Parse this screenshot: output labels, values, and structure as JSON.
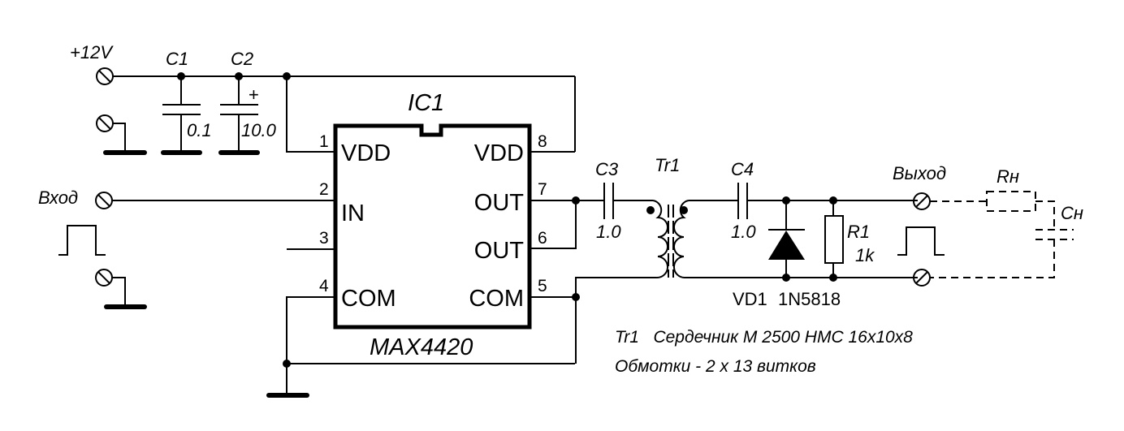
{
  "diagram": {
    "type": "electrical-schematic",
    "power": {
      "label": "+12V"
    },
    "input": {
      "label": "Вход"
    },
    "output": {
      "label": "Выход"
    },
    "components": {
      "c1": {
        "ref": "C1",
        "value": "0.1"
      },
      "c2": {
        "ref": "C2",
        "value": "10.0",
        "polarity_mark": "+"
      },
      "c3": {
        "ref": "C3",
        "value": "1.0"
      },
      "c4": {
        "ref": "C4",
        "value": "1.0"
      },
      "tr1": {
        "ref": "Tr1"
      },
      "vd1": {
        "ref": "VD1",
        "part": "1N5818"
      },
      "r1": {
        "ref": "R1",
        "value": "1k"
      },
      "rn": {
        "ref": "Rн"
      },
      "cn": {
        "ref": "Cн"
      }
    },
    "ic": {
      "ref": "IC1",
      "part": "MAX4420",
      "pins": [
        {
          "num": "1",
          "name": "VDD"
        },
        {
          "num": "2",
          "name": "IN"
        },
        {
          "num": "3",
          "name": ""
        },
        {
          "num": "4",
          "name": "COM"
        },
        {
          "num": "5",
          "name": "COM"
        },
        {
          "num": "6",
          "name": "OUT"
        },
        {
          "num": "7",
          "name": "OUT"
        },
        {
          "num": "8",
          "name": "VDD"
        }
      ]
    },
    "notes": [
      "Tr1   Сердечник М 2500 НМС 16x10x8",
      "Обмотки - 2 х 13 витков"
    ]
  }
}
